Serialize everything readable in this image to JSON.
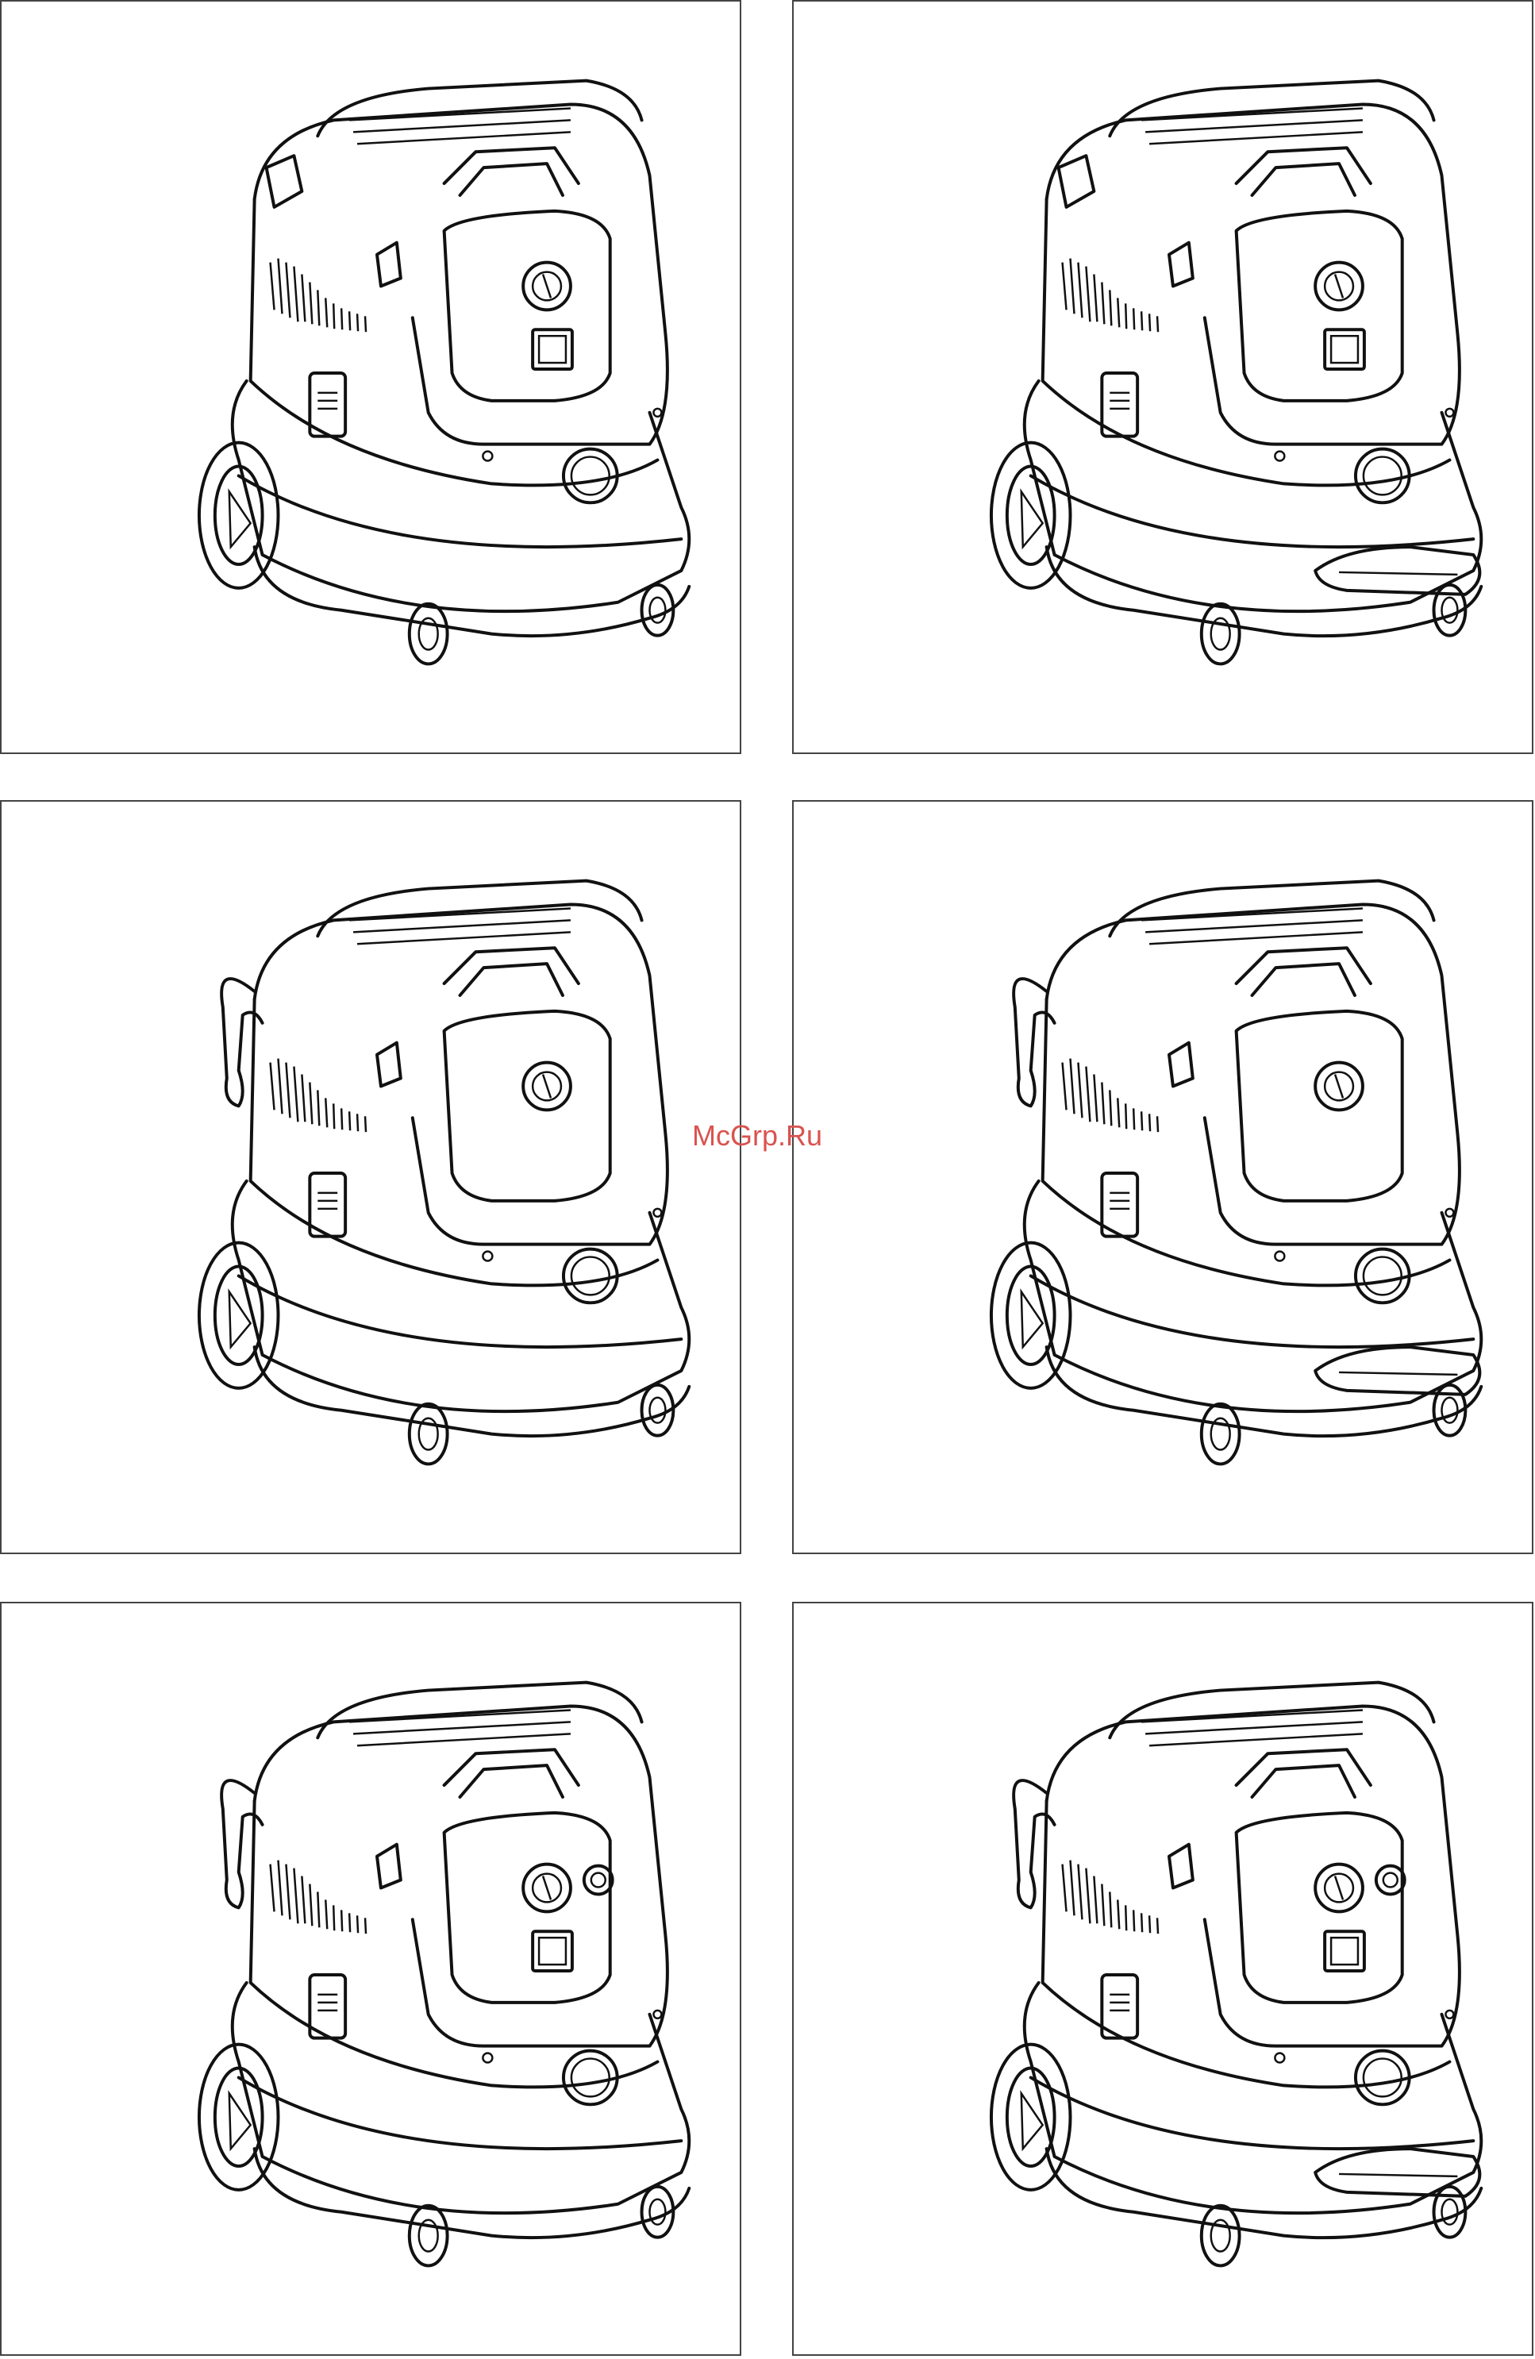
{
  "watermark": {
    "text": "McGrp.Ru",
    "color": "#d9534f"
  },
  "panels": [
    {
      "variant": "base",
      "features": [
        "front-socket",
        "side-clip"
      ]
    },
    {
      "variant": "bumper",
      "features": [
        "front-socket",
        "front-bumper",
        "side-clip"
      ]
    },
    {
      "variant": "hook",
      "features": [
        "side-hook"
      ]
    },
    {
      "variant": "hook-bumper",
      "features": [
        "side-hook",
        "front-bumper"
      ]
    },
    {
      "variant": "hook-socket-knob",
      "features": [
        "side-hook",
        "front-socket",
        "second-knob"
      ]
    },
    {
      "variant": "hook-socket-knob-bumper",
      "features": [
        "side-hook",
        "front-socket",
        "second-knob",
        "front-bumper"
      ]
    }
  ]
}
